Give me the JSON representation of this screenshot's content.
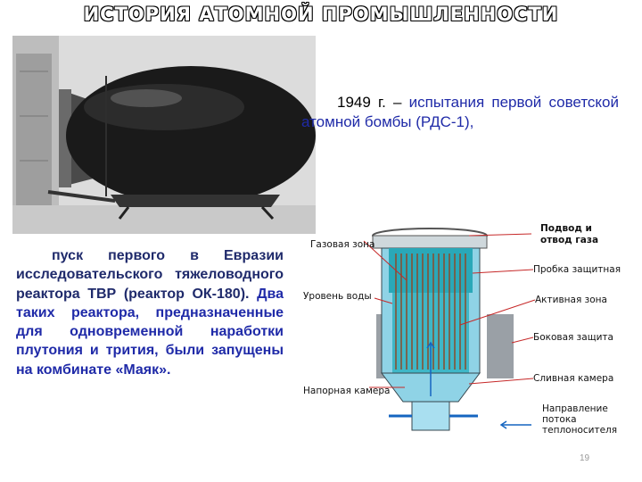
{
  "title": "ИСТОРИЯ АТОМНОЙ ПРОМЫШЛЕННОСТИ",
  "paragraph_bomb": {
    "year": "1949 г.",
    "dash": "–",
    "text": "испытания первой советской атомной бомбы (РДС-1),"
  },
  "paragraph_reactor": {
    "lead": "пуск первого в Евразии исследовательского тяжеловодного реактора ТВР (реактор ОК-180).",
    "tail": "Два таких реактора, предназначенные для одновременной наработки плутония и трития, были запущены на комбинате «Маяк»."
  },
  "diagram_labels": {
    "gas_zone": "Газовая зона",
    "water_level": "Уровень воды",
    "pressure_chamber": "Напорная камера",
    "gas_supply_1": "Подвод и",
    "gas_supply_2": "отвод газа",
    "protective_plug": "Пробка защитная",
    "active_zone": "Активная зона",
    "side_shield": "Боковая защита",
    "drain_chamber": "Сливная камера",
    "flow_dir_1": "Направление",
    "flow_dir_2": "потока",
    "flow_dir_3": "теплоносителя"
  },
  "page_number": "19",
  "colors": {
    "text_dark_blue": "#1f2a6b",
    "reactor_core_teal": "#2aa8b8",
    "water_light_blue": "#8fd3e6",
    "shield_gray": "#9aa0a6"
  }
}
